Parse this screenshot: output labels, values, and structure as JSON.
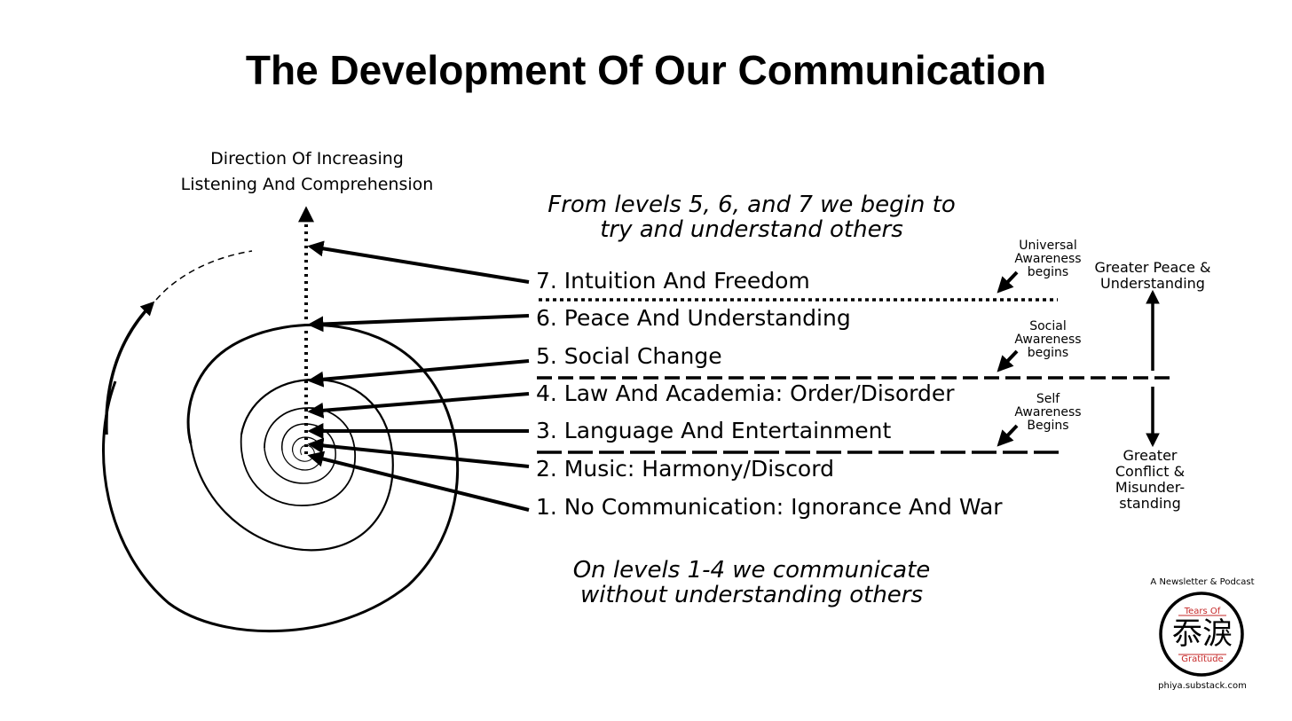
{
  "title": "The Development Of Our Communication",
  "axis_label": {
    "line1": "Direction Of Increasing",
    "line2": "Listening And Comprehension"
  },
  "notes": {
    "top_line1": "From levels 5, 6, and 7 we begin to",
    "top_line2": "try and understand others",
    "bottom_line1": "On levels 1-4 we communicate",
    "bottom_line2": "without understanding others"
  },
  "levels": [
    "7. Intuition And Freedom",
    "6. Peace And Understanding",
    "5. Social Change",
    "4. Law And Academia: Order/Disorder",
    "3. Language And Entertainment",
    "2. Music: Harmony/Discord",
    "1. No Communication: Ignorance And War"
  ],
  "awareness": {
    "universal": [
      "Universal",
      "Awareness",
      "begins"
    ],
    "social": [
      "Social",
      "Awareness",
      "begins"
    ],
    "self": [
      "Self",
      "Awareness",
      "Begins"
    ]
  },
  "scale": {
    "top": [
      "Greater Peace &",
      "Understanding"
    ],
    "bottom": [
      "Greater",
      "Conflict &",
      "Misunder-",
      "standing"
    ]
  },
  "branding": {
    "tagline": "A Newsletter & Podcast",
    "logo_top": "Tears Of",
    "logo_chars": "忝淚",
    "logo_bottom": "Gratitude",
    "site": "phiya.substack.com"
  }
}
